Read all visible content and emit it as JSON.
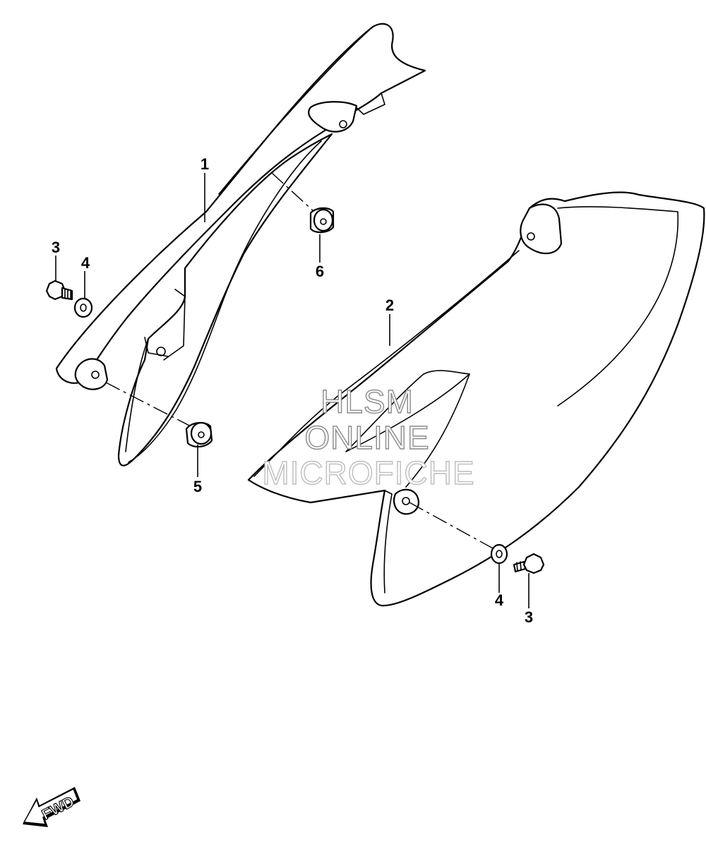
{
  "callouts": {
    "c1": "1",
    "c2": "2",
    "c3_left": "3",
    "c3_right": "3",
    "c4_left": "4",
    "c4_right": "4",
    "c5": "5",
    "c6": "6"
  },
  "watermark": {
    "line1": "HLSM",
    "line2": "ONLINE",
    "line3": "MICROFICHE"
  },
  "direction_badge": {
    "label": "FWD"
  },
  "colors": {
    "line": "#000000",
    "background": "#ffffff",
    "watermark_outline": "#8a8a8a"
  }
}
